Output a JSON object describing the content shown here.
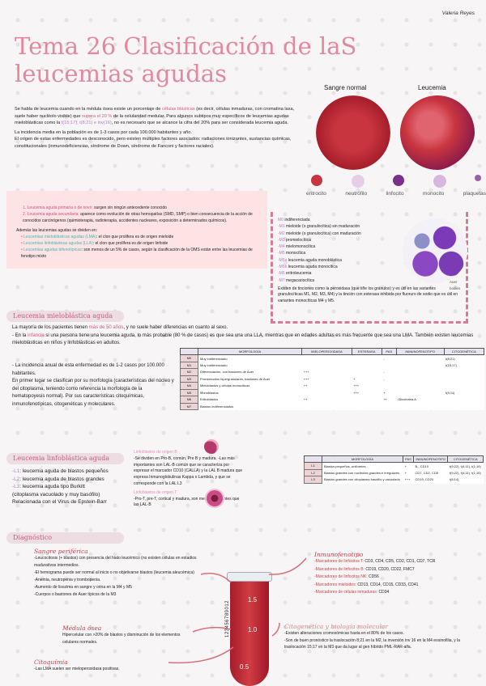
{
  "author": "Valeria Reyes",
  "title": [
    "Tema 26 Clasificación de laS",
    "leucemias agudas"
  ],
  "illustration": {
    "normal": "Sangre normal",
    "leukemia": "Leucemia",
    "cells": [
      "eritrocito",
      "neutrófilo",
      "linfocito",
      "monocito",
      "plaquetas"
    ]
  },
  "intro": {
    "p1a": "Se habla de leucemia cuando en la médula ósea existe un porcentaje de ",
    "p1b": "células blásticas",
    "p1c": " (es decir, células inmaduras, con cromatina laxa, suele haber nucléolo visible) que ",
    "p1d": "supera el 20 %",
    "p1e": " de la celularidad medular. Para algunos subtipos muy específicos de leucemias agudas mieloblásticas como la ",
    "p1f": "t(15;17), t(8;21) e inv(16)",
    "p1g": ", no es necesario que se alcance la cifra del 20% para ser considerada leucemia aguda.",
    "p2": "La incidencia media en la población es de 1-3 casos por cada 100.000 habitantes y año.",
    "p3": "El origen de estas enfermedades es desconocido, pero existen múltiples factores asociados: radiaciones ionizantes, sustancias químicas, constitucionales (inmunodeficiencias, síndrome de Down, síndrome de Fanconi y factores raciales)."
  },
  "types": {
    "items": [
      {
        "n": "1.",
        "label": "Leucemia aguda primaria o de novo:",
        "text": " surgen sin ningún antecedente conocido"
      },
      {
        "n": "2.",
        "label": "Leucemia aguda secundaria:",
        "text": " aparece como evolución de otras hemopatías (SMD, SMP) o bien consecuencia de la acción de conocidos carcinógenos (quimioterapia, radioterapia, accidentes nucleares, exposición a determinados químicos)."
      }
    ],
    "lead": "Además las leucemias agudas se dividen en:",
    "bullets": [
      {
        "label": "Leucemias mieloblásticas agudas (LMA)",
        "text": ": el clon que prolifera es de origen mieloide"
      },
      {
        "label": "Leucemias linfoblásticas agudas (LLA)",
        "text": ": el clon que prolifera es de origen linfoide"
      },
      {
        "label": "Leucemias agudas bifenotípicas",
        "text": ": son menos de un 5% de casos, según la clasificación de la OMS están entre las leucemias de fenotipo mixto"
      }
    ]
  },
  "fab": {
    "items": [
      {
        "k": "M0",
        "t": " indiferenciada"
      },
      {
        "k": "-M1",
        "t": " mieloide (o granulocítica) sin maduración"
      },
      {
        "k": "-M2",
        "t": " mieloide (o granulocítica) con maduración"
      },
      {
        "k": "-M3",
        "t": " promielocítica"
      },
      {
        "k": "-M4",
        "t": " mielomonocítica"
      },
      {
        "k": "-M5",
        "t": " monocítica"
      },
      {
        "k": "-M5a",
        "t": " leucemia aguda monoblástica"
      },
      {
        "k": "-M5b",
        "t": " leucemia aguda monocítica"
      },
      {
        "k": "-M6",
        "t": " eritroleucemia"
      },
      {
        "k": "-M7",
        "t": " megacariocítica"
      }
    ],
    "caption": "Auer bodies",
    "note": "Existen de tinciones como la peroxidasa (que tiñe los gránulos) y es útil en las variantes granulocíticas M1, M2, M3, M4) y la tinción con esterasa inhibida por fluoruro de sodio que es útil en variantes monocíticas M4 y M5."
  },
  "lma": {
    "heading": "Leucemia mieloblástica aguda",
    "p1a": "La mayoría de los pacientes tienen ",
    "p1b": "más de 50 años",
    "p1c": ", y no suele haber diferencias en cuanto al sexo.",
    "p2a": "- En la ",
    "p2b": "infancia",
    "p2c": " si una persona tiene una leucemia aguda, lo más probable (80 % de casos) es que sea una una LLA, mientras que en edades adultas es más frecuente que sea una LMA. También existen leucemias mieloblásticas en niños y linfoblásticas en adultos.",
    "p3": "- La incidencia anual de esta enfermedad es de 1-2 casos por 100.000 habitantes.",
    "p4": "En primer lugar se clasifican por su morfología (características del núcleo y del citoplasma, teniendo como referencia la morfología de la hematopoyesis normal). Por sus características citoquímicas, inmunofenotípicas, citogenéticas y moleculares.",
    "table": {
      "headers": [
        "",
        "MORFOLOGÍA",
        "MIELOPEROXIDASA",
        "ESTERASA",
        "PAS",
        "INMUNOFENOTIPO",
        "CITOGENÉTICA"
      ],
      "rows": [
        [
          "M0",
          "Muy indiferenciado",
          "",
          "",
          "-",
          "",
          "t(8;21)"
        ],
        [
          "M1",
          "Muy indiferenciado",
          "",
          "",
          "",
          "",
          "t(15;17)"
        ],
        [
          "M2",
          "Diferenciación, con bastones de Auer",
          "+++",
          "",
          "-",
          "",
          ""
        ],
        [
          "M3",
          "Promielocitos hipergranulares, bastones de Auer",
          "+++",
          "+",
          "-",
          "",
          ""
        ],
        [
          "M4",
          "Mieloblastos y células monocíticas",
          "++",
          "+++",
          "",
          "",
          ""
        ],
        [
          "M5",
          "Monoblastos",
          "",
          "+++",
          "+",
          "",
          "t(9;11)"
        ],
        [
          "M6",
          "Eritroblastos",
          "++",
          "",
          "++",
          "Glicoforina A",
          ""
        ],
        [
          "M7",
          "Blastos indiferenciados",
          "",
          "",
          "",
          "",
          ""
        ]
      ]
    }
  },
  "lla": {
    "heading": "Leucemia linfoblástica aguda",
    "items": [
      {
        "k": "-L1",
        "t": ": leucemia aguda de blastos pequeños"
      },
      {
        "k": "-L2",
        "t": ": leucemia aguda de blastos grandes"
      },
      {
        "k": "-L3",
        "t": ": leucemia aguda tipo Burkitt"
      }
    ],
    "extra1": "(citoplasma vacuolado y muy basófilo)",
    "extra2": "Relacionada con el Virus de Epstein-Barr",
    "b_title": "Linfoblastos de origen B",
    "b_text": "-Se dividen en Pro-B, común, Pre B y madura. -Las más importantes son LAL-B común que se caracteriza por expresar el marcador CD10 (CALLA) y la LAL B madura que expresa Inmunoglobulinas Kappa o Lambda, y que se corresponde con la LAL L3",
    "t_title": "Linfoblastos de origen T",
    "t_text": "-Pro-T, pre-T, cortical y madura, son menos frecuentes que las LAL-B",
    "table": {
      "headers": [
        "",
        "MORFOLOGÍA",
        "PAS",
        "INMUNOFENOTIPO",
        "CITOGENÉTICA"
      ],
      "rows": [
        [
          "L1",
          "Blastos pequeños, uniformes",
          "+",
          "B-, CD10",
          "t(9;22), t(4;11), t(1;19)"
        ],
        [
          "L2",
          "Blastos grandes con nucléolos grandes e irregulares",
          "+",
          "CD7, CD2, CD5",
          "t(9;22), t(4;11), t(1;19)"
        ],
        [
          "L3",
          "Blastos grandes con citoplasma basófilo y vacuolado",
          "+++",
          "CD19, CD20",
          "t(8;14)"
        ]
      ]
    }
  },
  "diag": {
    "heading": "Diagnóstico",
    "sp_title": "Sangre periférica",
    "sp": [
      "-Leucocitosis (+ blastos) con presencia del hiato leucémico (no existen células en estadios madurativos intermedios.",
      "-El hemograma puede ser normal al inicio o no objetivarse blastos (leucemia aleucémica)",
      "-Anemia, neutropenia y trombopenia.",
      "-Aumento de lisozima en sangre y orina en la M4 y M5",
      "-Cuerpos o bastones de Auer típicos de la M3"
    ],
    "mo_title": "Médula ósea",
    "mo": "Hipercelular con >20% de blastos y disminución de los elementos celulares normales.",
    "cq_title": "Citoquímia",
    "cq": "-Las LMA suelen ser mieloperoxidasa positivas.",
    "inm_title": "Inmunofenotipo",
    "inm": [
      {
        "k": "-Marcadores de linfocitos T:",
        "v": " CD3, CD4, CD5, CD2, CD1, CD7, TCR"
      },
      {
        "k": "-Marcadores de linfocitos B:",
        "v": " CD19, CD20, CD22, FMC7"
      },
      {
        "k": "-Marcadores de linfocitos NK:",
        "v": " CD56"
      },
      {
        "k": "-Marcadores mieloides:",
        "v": " CD13, CD14, CD15, CD33, CD41"
      },
      {
        "k": "-Marcadores de células inmaduras:",
        "v": " CD34"
      }
    ],
    "cg_title": "Citogenética y biología molecular",
    "cg": [
      "-Existen alteraciones cromosómicas hasta en el 80% de los casos.",
      "-Son de buen pronóstico la traslocación 8;21 en la M2, la inversión inv 16 en la M4 eosinofilia, y la traslocación 15;17 en la M3 que da lugar al gen híbrido PML-RAR-alfa."
    ],
    "tube": {
      "barcode": "123456789012",
      "marks": [
        "1.5",
        "1.0",
        "0.5"
      ]
    }
  },
  "colors": {
    "accent": "#e0567a",
    "heading": "#d0577f",
    "red": "#c9434f",
    "box": "#fde3e3",
    "dashed": "#d87b94"
  }
}
